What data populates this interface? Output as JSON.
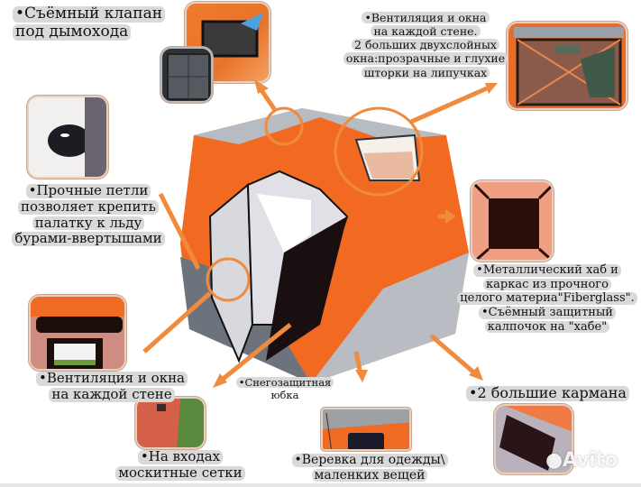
{
  "labels": {
    "chimney_flap": [
      "•Съёмный клапан",
      "под дымохода"
    ],
    "ventilation_top": [
      "•Вентиляция и окна",
      "на каждой стене.",
      "2 больших двухслойных",
      "окна:прозрачные и глухие",
      "шторки на липучках"
    ],
    "loops": [
      "•Прочные петли",
      "позволяет крепить",
      "палатку к льду",
      "бурами-ввертышами"
    ],
    "hub": [
      "•Металлический хаб и",
      "каркас из прочного",
      "целого материа\"Fiberglass\".",
      "•Съёмный защитный",
      "калпочок на \"хабе\""
    ],
    "ventilation_left": [
      "•Вентиляция и окна",
      "на каждой стене"
    ],
    "snow_skirt": [
      "•Снегозащитная",
      "юбка"
    ],
    "pockets": [
      "•2 большие кармана"
    ],
    "mosquito_nets": [
      "•На входах",
      "москитные сетки"
    ],
    "clothes_rope": [
      "•Веревка для одежды\\",
      "маленких вещей"
    ]
  },
  "watermark": "Avito",
  "colors": {
    "accent_orange": "#f08a3c",
    "tent_orange": "#f26a21",
    "tent_gray": "#b9bcc2",
    "label_bg": "#d9d9d9",
    "thumb_border": "#e8d0c0"
  }
}
